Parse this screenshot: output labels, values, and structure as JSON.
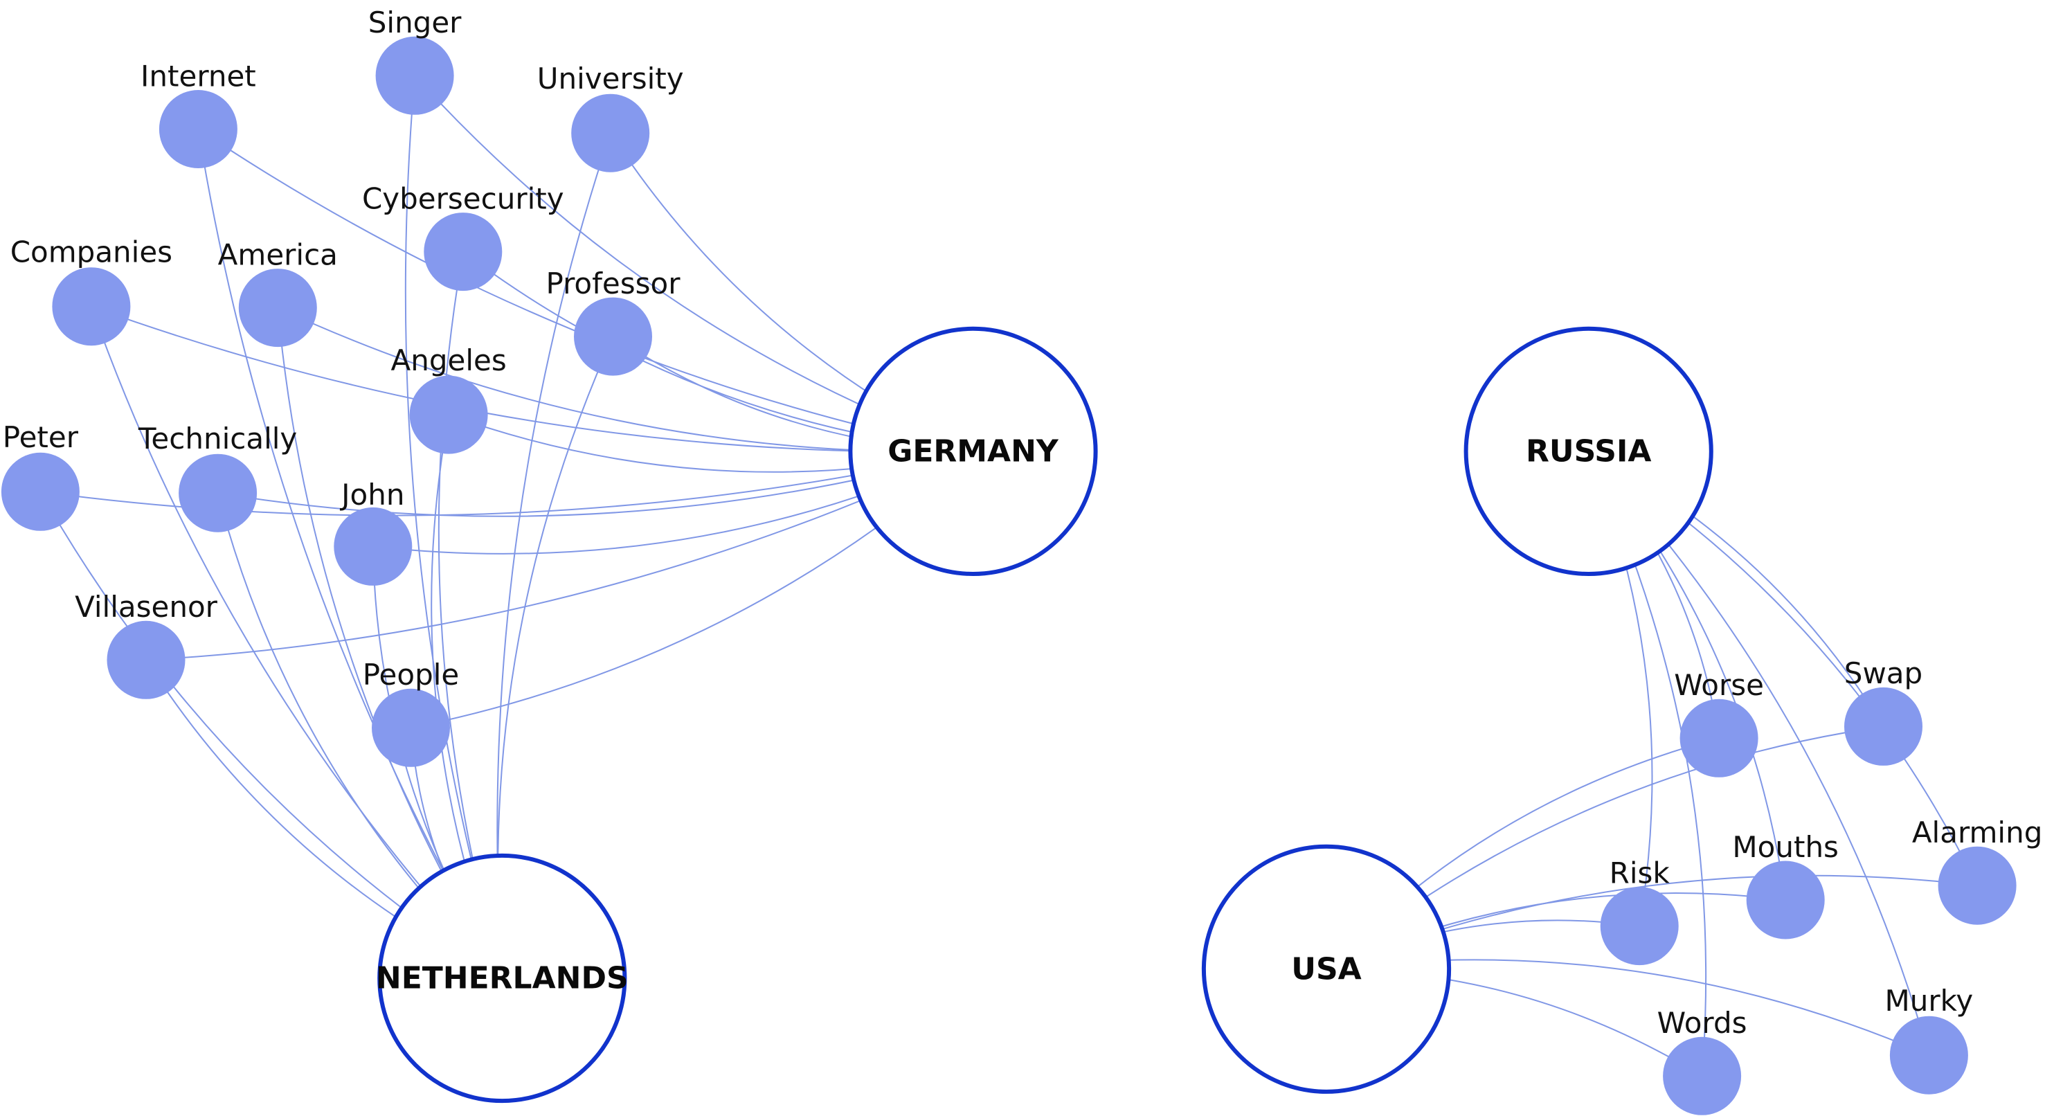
{
  "colors": {
    "edge": "#8097e6",
    "term_node_fill": "#8599ee",
    "country_node_stroke": "#1133cc",
    "country_node_fill": "#ffffff"
  },
  "countries": [
    {
      "id": "germany",
      "label": "GERMANY"
    },
    {
      "id": "netherlands",
      "label": "NETHERLANDS"
    },
    {
      "id": "russia",
      "label": "RUSSIA"
    },
    {
      "id": "usa",
      "label": "USA"
    }
  ],
  "terms": [
    {
      "id": "singer",
      "label": "Singer"
    },
    {
      "id": "internet",
      "label": "Internet"
    },
    {
      "id": "university",
      "label": "University"
    },
    {
      "id": "cybersecurity",
      "label": "Cybersecurity"
    },
    {
      "id": "companies",
      "label": "Companies"
    },
    {
      "id": "america",
      "label": "America"
    },
    {
      "id": "professor",
      "label": "Professor"
    },
    {
      "id": "angeles",
      "label": "Angeles"
    },
    {
      "id": "peter",
      "label": "Peter"
    },
    {
      "id": "technically",
      "label": "Technically"
    },
    {
      "id": "john",
      "label": "John"
    },
    {
      "id": "villasenor",
      "label": "Villasenor"
    },
    {
      "id": "people",
      "label": "People"
    },
    {
      "id": "worse",
      "label": "Worse"
    },
    {
      "id": "swap",
      "label": "Swap"
    },
    {
      "id": "alarming",
      "label": "Alarming"
    },
    {
      "id": "mouths",
      "label": "Mouths"
    },
    {
      "id": "risk",
      "label": "Risk"
    },
    {
      "id": "murky",
      "label": "Murky"
    },
    {
      "id": "words",
      "label": "Words"
    }
  ],
  "edges": [
    [
      "singer",
      "germany"
    ],
    [
      "singer",
      "netherlands"
    ],
    [
      "internet",
      "germany"
    ],
    [
      "internet",
      "netherlands"
    ],
    [
      "university",
      "germany"
    ],
    [
      "university",
      "netherlands"
    ],
    [
      "cybersecurity",
      "germany"
    ],
    [
      "cybersecurity",
      "netherlands"
    ],
    [
      "companies",
      "germany"
    ],
    [
      "companies",
      "netherlands"
    ],
    [
      "america",
      "germany"
    ],
    [
      "america",
      "netherlands"
    ],
    [
      "professor",
      "germany"
    ],
    [
      "professor",
      "netherlands"
    ],
    [
      "angeles",
      "germany"
    ],
    [
      "angeles",
      "netherlands"
    ],
    [
      "peter",
      "germany"
    ],
    [
      "peter",
      "netherlands"
    ],
    [
      "technically",
      "germany"
    ],
    [
      "technically",
      "netherlands"
    ],
    [
      "john",
      "germany"
    ],
    [
      "john",
      "netherlands"
    ],
    [
      "villasenor",
      "germany"
    ],
    [
      "villasenor",
      "netherlands"
    ],
    [
      "people",
      "germany"
    ],
    [
      "people",
      "netherlands"
    ],
    [
      "worse",
      "russia"
    ],
    [
      "worse",
      "usa"
    ],
    [
      "swap",
      "russia"
    ],
    [
      "swap",
      "usa"
    ],
    [
      "alarming",
      "russia"
    ],
    [
      "alarming",
      "usa"
    ],
    [
      "mouths",
      "russia"
    ],
    [
      "mouths",
      "usa"
    ],
    [
      "risk",
      "russia"
    ],
    [
      "risk",
      "usa"
    ],
    [
      "murky",
      "russia"
    ],
    [
      "murky",
      "usa"
    ],
    [
      "words",
      "russia"
    ],
    [
      "words",
      "usa"
    ]
  ]
}
